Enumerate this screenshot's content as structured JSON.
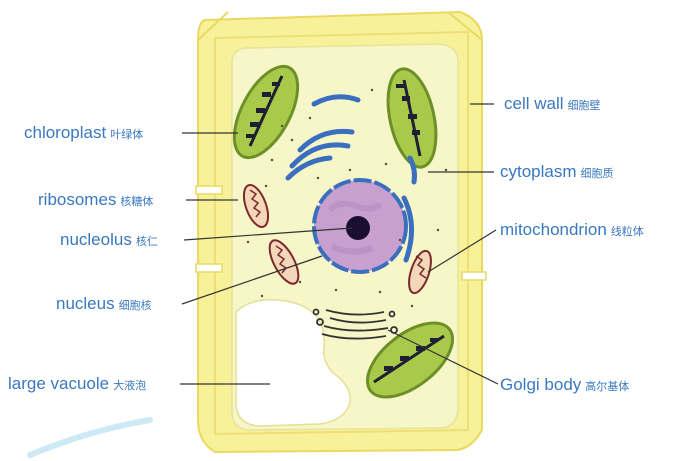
{
  "colors": {
    "label": "#3a78c0",
    "wall_fill": "#f7f29a",
    "wall_stroke": "#e9d962",
    "cytoplasm": "#f7f6c8",
    "vacuole": "#ffffff",
    "chloroplast_fill": "#a9c94a",
    "chloroplast_stroke": "#6d8f28",
    "grana": "#1f1f33",
    "nucleus_fill": "#c7a0cf",
    "nucleus_membrane": "#3a6fc0",
    "nucleolus": "#1a0f2e",
    "er": "#3a6fc0",
    "mitochondrion_fill": "#f3d7b8",
    "mitochondrion_stroke": "#7a2a2a",
    "leader": "#333333"
  },
  "labels": {
    "cell_wall": {
      "en": "cell wall",
      "zh": "细胞壁"
    },
    "chloroplast": {
      "en": "chloroplast",
      "zh": "叶绿体"
    },
    "cytoplasm": {
      "en": "cytoplasm",
      "zh": "细胞质"
    },
    "ribosomes": {
      "en": "ribosomes",
      "zh": "核糖体"
    },
    "mitochondrion": {
      "en": "mitochondrion",
      "zh": "线粒体"
    },
    "nucleolus": {
      "en": "nucleolus",
      "zh": "核仁"
    },
    "nucleus": {
      "en": "nucleus",
      "zh": "细胞核"
    },
    "large_vacuole": {
      "en": "large vacuole",
      "zh": "大液泡"
    },
    "golgi_body": {
      "en": "Golgi body",
      "zh": "高尔基体"
    }
  }
}
